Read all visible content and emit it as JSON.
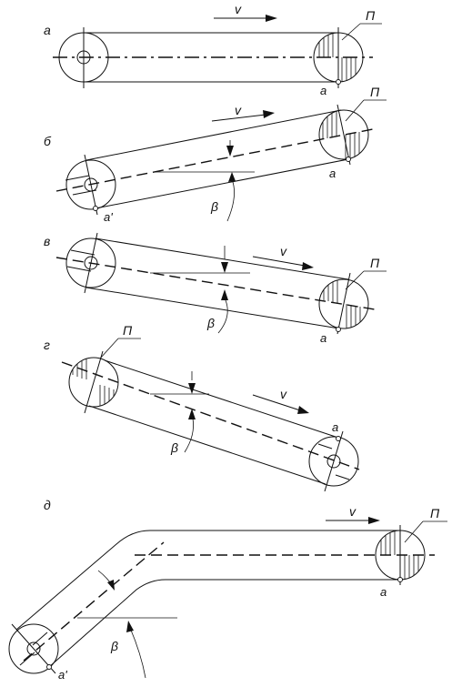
{
  "panels": [
    {
      "letter": "а",
      "velocity": "v",
      "zone": "П",
      "point": "а"
    },
    {
      "letter": "б",
      "velocity": "v",
      "zone": "П",
      "point": "а",
      "point2": "а'",
      "angle": "β"
    },
    {
      "letter": "в",
      "velocity": "v",
      "zone": "П",
      "point": "а",
      "angle": "β"
    },
    {
      "letter": "г",
      "velocity": "v",
      "zone": "П",
      "point": "а",
      "angle": "β"
    },
    {
      "letter": "д",
      "velocity": "v",
      "zone": "П",
      "point": "а",
      "point2": "а'",
      "angle": "β"
    }
  ]
}
